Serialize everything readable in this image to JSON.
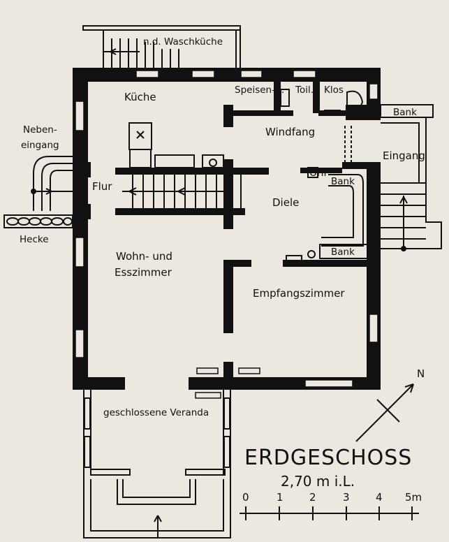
{
  "plan": {
    "title": "ERDGESCHOSS",
    "height_note": "2,70 m i.L.",
    "north_label": "N",
    "scale": {
      "ticks": [
        "0",
        "1",
        "2",
        "3",
        "4",
        "5m"
      ]
    },
    "rooms": {
      "waschkueche": "n.d. Waschküche",
      "kueche": "Küche",
      "speisen": "Speisen-K.",
      "toilette": "Toil.",
      "klos": "Klos",
      "windfang": "Windfang",
      "bank_top": "Bank",
      "eingang": "Eingang",
      "neben_line1": "Neben-",
      "neben_line2": "eingang",
      "flur": "Flur",
      "uhr": "Uhr",
      "bank_mid": "Bank",
      "diele": "Diele",
      "hecke": "Hecke",
      "wohn_line1": "Wohn- und",
      "wohn_line2": "Esszimmer",
      "bank_low": "Bank",
      "empfang": "Empfangszimmer",
      "veranda": "geschlossene Veranda"
    }
  },
  "colors": {
    "ink": "#111111",
    "paper": "#ece8df"
  }
}
